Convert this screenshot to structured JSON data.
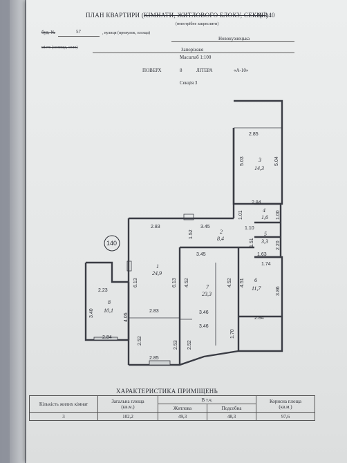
{
  "header": {
    "title_main": "ПЛАН КВАРТИРИ (",
    "title_struck": "КІМНАТИ, ЖИТЛОВОГО БЛОКУ, СЕКЦІЇ",
    "title_end": ")",
    "number_label": "№ 140",
    "subtitle": "(непотрібне закреслити)",
    "house_label": "буд. №",
    "house_number": "57",
    "street_label": ", вулиця (провулок, площа)",
    "street_value": "Новокузнецька",
    "city_label": "місто (селище, село)",
    "city_value": "Запоріжжя",
    "scale": "Масштаб   1:100",
    "floor_label": "ПОВЕРХ",
    "floor_value": "8",
    "litera_label": "ЛІТЕРА",
    "litera_value": "«А-10»",
    "section": "Секція 3"
  },
  "plan": {
    "apartment_badge": "140",
    "rooms": [
      {
        "num": "1",
        "area": "24,9"
      },
      {
        "num": "2",
        "area": "8,4"
      },
      {
        "num": "3",
        "area": "14,3"
      },
      {
        "num": "4",
        "area": "1,6"
      },
      {
        "num": "5",
        "area": "3,3"
      },
      {
        "num": "6",
        "area": "11,7"
      },
      {
        "num": "7",
        "area": "23,3"
      },
      {
        "num": "8",
        "area": "10,1"
      }
    ],
    "dims": [
      "2.85",
      "5.03",
      "5.04",
      "2.84",
      "1.00",
      "1.01",
      "2.83",
      "3.45",
      "1.52",
      "1.10",
      "1.51",
      "2.20",
      "1.63",
      "1.74",
      "3.45",
      "6.13",
      "6.13",
      "4.52",
      "4.52",
      "4.51",
      "3.86",
      "2.23",
      "3.40",
      "4.05",
      "2.83",
      "3.46",
      "3.46",
      "1.70",
      "2.84",
      "2.84",
      "2.52",
      "2.53",
      "2.52",
      "2.85"
    ]
  },
  "stats": {
    "caption": "ХАРАКТЕРИСТИКА  ПРИМІЩЕНЬ",
    "col_rooms": "Кількість жилих кімнат",
    "col_total": "Загальна площа",
    "col_total_unit": "(кв.м.)",
    "col_incl": "В т.ч.",
    "col_living": "Житлова",
    "col_aux": "Подсобна",
    "col_useful": "Корисна площа",
    "col_useful_unit": "(кв.м.)",
    "val_rooms": "3",
    "val_total": "102,2",
    "val_living": "49,3",
    "val_aux": "48,3",
    "val_useful": "97,6"
  }
}
